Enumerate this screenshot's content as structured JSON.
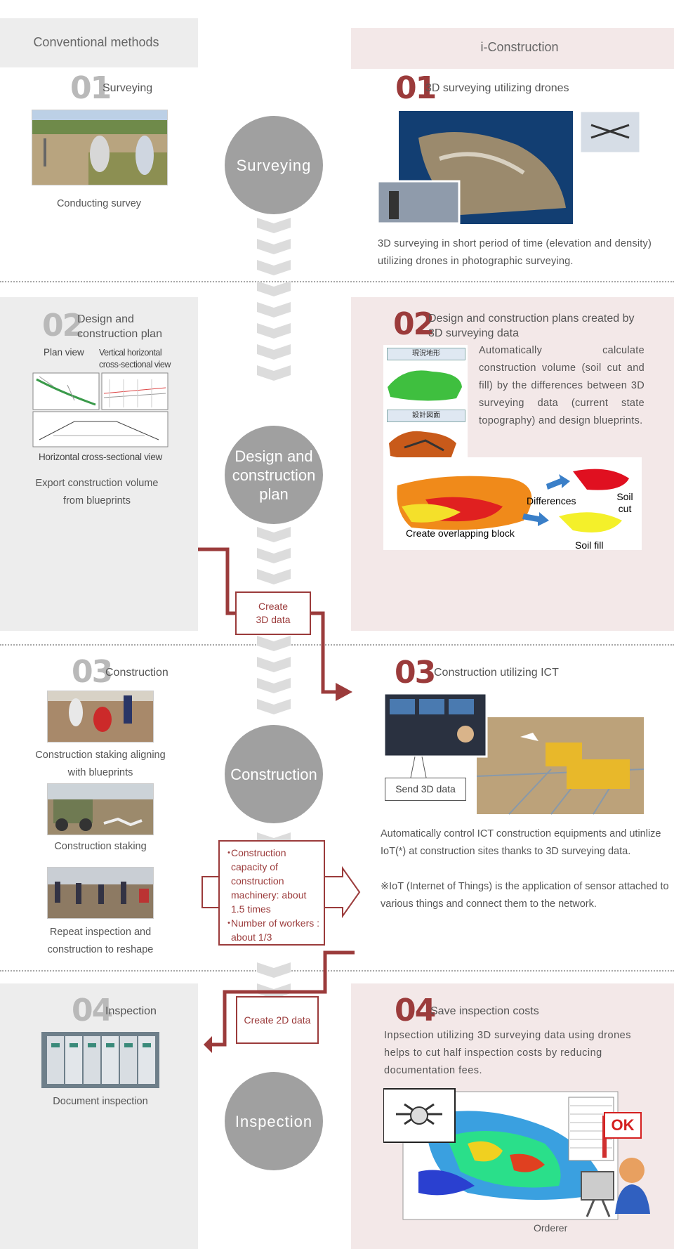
{
  "headers": {
    "left": "Conventional methods",
    "right": "i-Construction"
  },
  "stages": {
    "surveying": "Surveying",
    "design": "Design and construction plan",
    "construction": "Construction",
    "inspection": "Inspection"
  },
  "left": {
    "s1": {
      "num": "01",
      "title": "Surveying",
      "caption": "Conducting survey"
    },
    "s2": {
      "num": "02",
      "title": "Design and construction plan",
      "plan_view": "Plan view",
      "vertical_view": "Vertical horizontal cross-sectional view",
      "horizontal_view": "Horizontal cross-sectional view",
      "caption": "Export construction volume from blueprints"
    },
    "s3": {
      "num": "03",
      "title": "Construction",
      "cap1": "Construction staking aligning with blueprints",
      "cap2": "Construction staking",
      "cap3": "Repeat inspection and construction to reshape"
    },
    "s4": {
      "num": "04",
      "title": "Inspection",
      "caption": "Document inspection"
    }
  },
  "right": {
    "s1": {
      "num": "01",
      "title": "3D surveying utilizing drones",
      "text": "3D surveying in short period of time (elevation and density) utilizing drones in photographic surveying."
    },
    "s2": {
      "num": "02",
      "title": "Design and construction plans created by 3D surveying data",
      "text": "Automatically calculate construction volume (soil cut and fill) by the differences between 3D surveying data (current state topography) and design blueprints.",
      "tag1": "現況地形",
      "tag2": "設計図面",
      "differences": "Differences",
      "soil_cut": "Soil cut",
      "overlap": "Create overlapping block",
      "soil_fill": "Soil fill"
    },
    "s3": {
      "num": "03",
      "title": "Construction utilizing ICT",
      "send": "Send 3D data",
      "text": "Automatically control ICT construction equipments and utinlize IoT(*) at construction sites thanks to 3D surveying data.",
      "note": "※IoT (Internet of Things) is the application of sensor attached to various things and connect them to the network."
    },
    "s4": {
      "num": "04",
      "title": "Save inspection costs",
      "text": "Inpsection utilizing 3D surveying data using drones helps to cut half inspection costs by reducing documentation fees.",
      "ok": "OK",
      "orderer": "Orderer"
    }
  },
  "connectors": {
    "create3d": "Create 3D data",
    "benefit1": "Construction capacity of construction machinery: about 1.5 times",
    "benefit2": "Number of workers : about 1/3",
    "create2d": "Create 2D data"
  },
  "colors": {
    "accent": "#9b3b3b",
    "circle": "#a0a0a0",
    "grey_panel": "#ededed",
    "pink_panel": "#f3e8e8"
  }
}
